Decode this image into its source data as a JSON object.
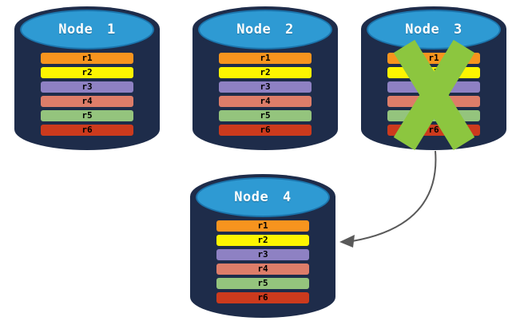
{
  "diagram": {
    "nodes": [
      {
        "label": "Node 1",
        "status": "active",
        "partitions": [
          "r1",
          "r2",
          "r3",
          "r4",
          "r5",
          "r6"
        ]
      },
      {
        "label": "Node 2",
        "status": "active",
        "partitions": [
          "r1",
          "r2",
          "r3",
          "r4",
          "r5",
          "r6"
        ]
      },
      {
        "label": "Node 3",
        "status": "failed",
        "partitions": [
          "r1",
          "r2",
          "r3",
          "r4",
          "r5",
          "r6"
        ]
      },
      {
        "label": "Node 4",
        "status": "active",
        "partitions": [
          "r1",
          "r2",
          "r3",
          "r4",
          "r5",
          "r6"
        ]
      }
    ],
    "arrow": {
      "from": "Node 3",
      "to": "Node 4"
    },
    "partition_colors": [
      "#F7941E",
      "#FDF500",
      "#8E81C3",
      "#DD7D69",
      "#94C47D",
      "#CC3A1D"
    ],
    "colors": {
      "cylinder_body": "#1E2C4A",
      "cylinder_top": "#2E9AD3",
      "cylinder_top_border": "#1B74AC",
      "node_label": "#FFFFFF",
      "failed_x": "#8CC63F",
      "arrow": "#595959"
    }
  }
}
